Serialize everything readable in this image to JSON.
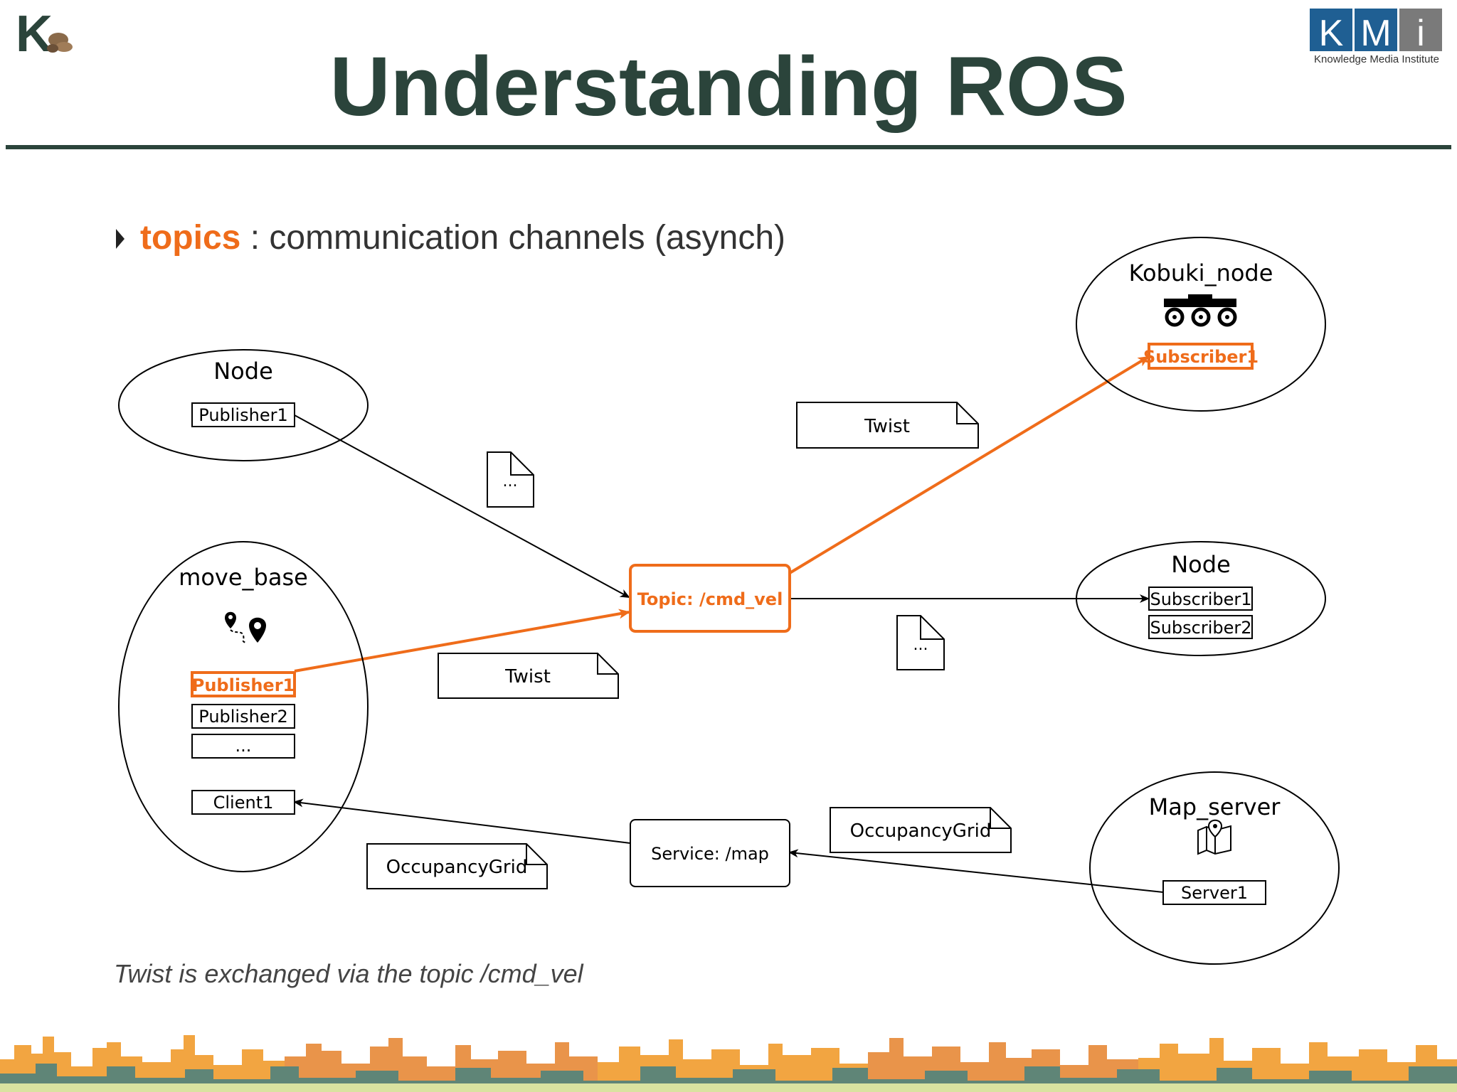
{
  "header": {
    "title": "Understanding ROS",
    "left_logo_letter": "K",
    "right_logo": {
      "letters": [
        "K",
        "M",
        "i"
      ],
      "caption": "Knowledge Media Institute"
    }
  },
  "bullet": {
    "keyword": "topics",
    "text": " : communication channels (asynch)"
  },
  "diagram": {
    "node_top": {
      "title": "Node",
      "boxes": [
        "Publisher1"
      ]
    },
    "move_base": {
      "title": "move_base",
      "boxes": [
        "Publisher1",
        "Publisher2",
        "...",
        "Client1"
      ],
      "icon": "route-pins-icon"
    },
    "kobuki": {
      "title": "Kobuki_node",
      "boxes": [
        "Subscriber1"
      ],
      "icon": "robot-base-icon"
    },
    "node_right": {
      "title": "Node",
      "boxes": [
        "Subscriber1",
        "Subscriber2"
      ]
    },
    "map_server": {
      "title": "Map_server",
      "boxes": [
        "Server1"
      ],
      "icon": "map-pin-icon"
    },
    "topic": {
      "label": "Topic:  /cmd_vel"
    },
    "service": {
      "label": "Service:  /map"
    },
    "messages": {
      "twist_upper": "Twist",
      "dots_upper": "...",
      "twist_lower": "Twist",
      "dots_right": "...",
      "grid_right": "OccupancyGrid",
      "grid_left": "OccupancyGrid"
    }
  },
  "caption": "Twist is exchanged via the topic /cmd_vel",
  "colors": {
    "accent": "#EF6C1A",
    "title": "#2B443B",
    "kmi_blue": "#1F5F93",
    "kmi_gray": "#7A7A7A"
  }
}
